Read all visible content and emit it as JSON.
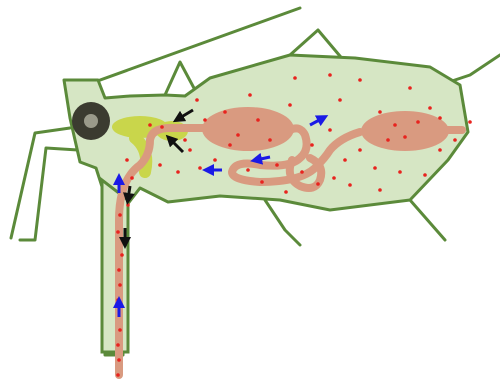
{
  "diagram": {
    "subject": "aphid",
    "labels": [],
    "colors": {
      "body_fill": "#d6e6c4",
      "outline": "#5b8a3a",
      "gut": "#d99a80",
      "gut_dark": "#cf8a72",
      "dots": "#e8231e",
      "yellow_gland": "#c9d64b",
      "eye": "#3b3b30",
      "arrow_blue": "#1a1ae6",
      "arrow_black": "#111111"
    },
    "arrows": [
      {
        "color": "black",
        "meaning": "flow-toward-gland"
      },
      {
        "color": "black",
        "meaning": "flow-from-gland"
      },
      {
        "color": "black",
        "meaning": "flow-down-stylet"
      },
      {
        "color": "black",
        "meaning": "flow-down-stylet"
      },
      {
        "color": "blue",
        "meaning": "flow-up-stylet"
      },
      {
        "color": "blue",
        "meaning": "flow-up-stylet"
      },
      {
        "color": "blue",
        "meaning": "flow-in-gut"
      },
      {
        "color": "blue",
        "meaning": "flow-in-gut"
      },
      {
        "color": "blue",
        "meaning": "flow-in-gut"
      }
    ]
  }
}
